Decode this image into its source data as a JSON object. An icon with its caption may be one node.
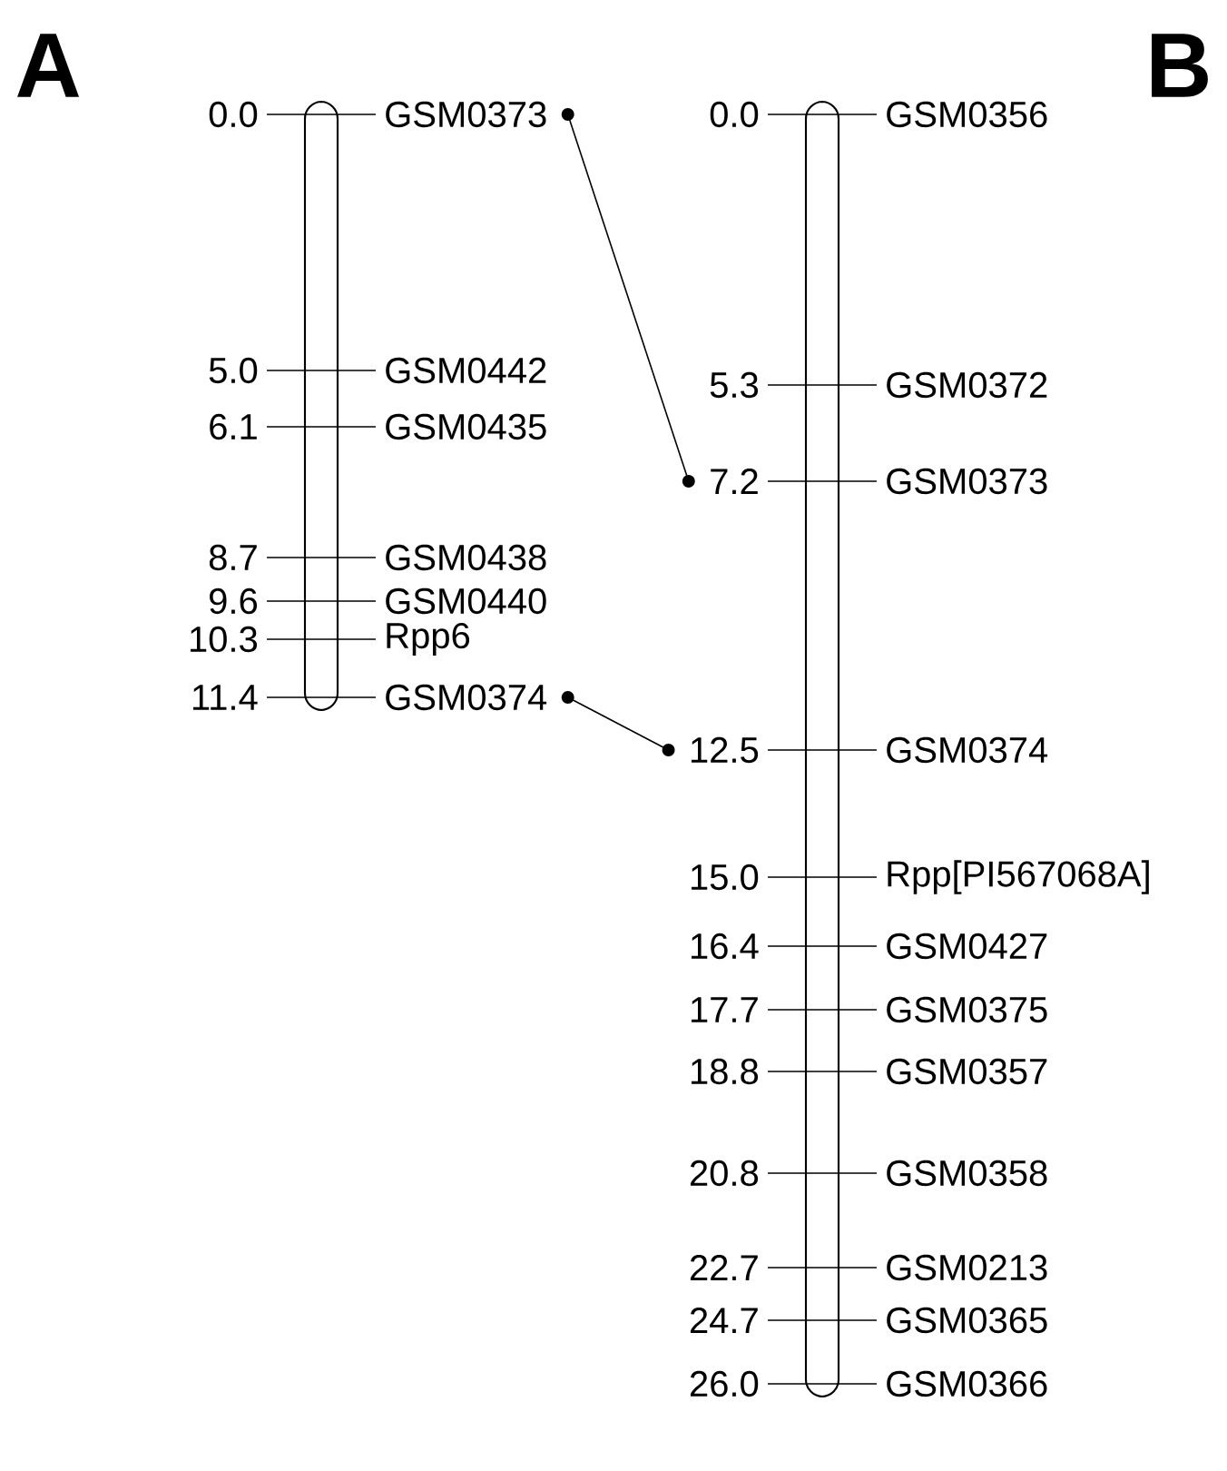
{
  "diagram": {
    "nodes": [
      {
        "text": [],
        "shape": "bar"
      },
      {
        "text": [
          "0.0",
          "GSM0373"
        ]
      },
      {
        "text": [
          "5.0",
          "GSM0442"
        ]
      },
      {
        "text": [
          "6.1",
          "GSM0435"
        ]
      },
      {
        "text": [
          "8.7",
          "GSM0438"
        ]
      },
      {
        "text": [
          "9.6",
          "GSM0440"
        ]
      },
      {
        "text": [
          "10.3",
          "Rpp6"
        ]
      },
      {
        "text": [
          "11.4",
          "GSM0374"
        ]
      },
      {
        "text": [],
        "shape": "bar"
      },
      {
        "text": [
          "0.0",
          "GSM0356"
        ]
      },
      {
        "text": [
          "5.3",
          "GSM0372"
        ]
      },
      {
        "text": [
          "7.2",
          "GSM0373"
        ]
      },
      {
        "text": [
          "12.5",
          "GSM0374"
        ]
      },
      {
        "text": [
          "15.0",
          "Rpp[PI567068A]"
        ]
      },
      {
        "text": [
          "16.4",
          "GSM0427"
        ]
      },
      {
        "text": [
          "17.7",
          "GSM0375"
        ]
      },
      {
        "text": [
          "18.8",
          "GSM0357"
        ]
      },
      {
        "text": [
          "20.8",
          "GSM0358"
        ]
      },
      {
        "text": [
          "22.7",
          "GSM0213"
        ]
      },
      {
        "text": [
          "24.7",
          "GSM0365"
        ]
      },
      {
        "text": [
          "26.0",
          "GSM0366"
        ]
      }
    ],
    "edges": [
      {
        "from": 1,
        "to": 11,
        "arrow": "other"
      },
      {
        "from": 7,
        "to": 12,
        "arrow": "other"
      }
    ],
    "labels": [
      "A",
      "B"
    ]
  }
}
